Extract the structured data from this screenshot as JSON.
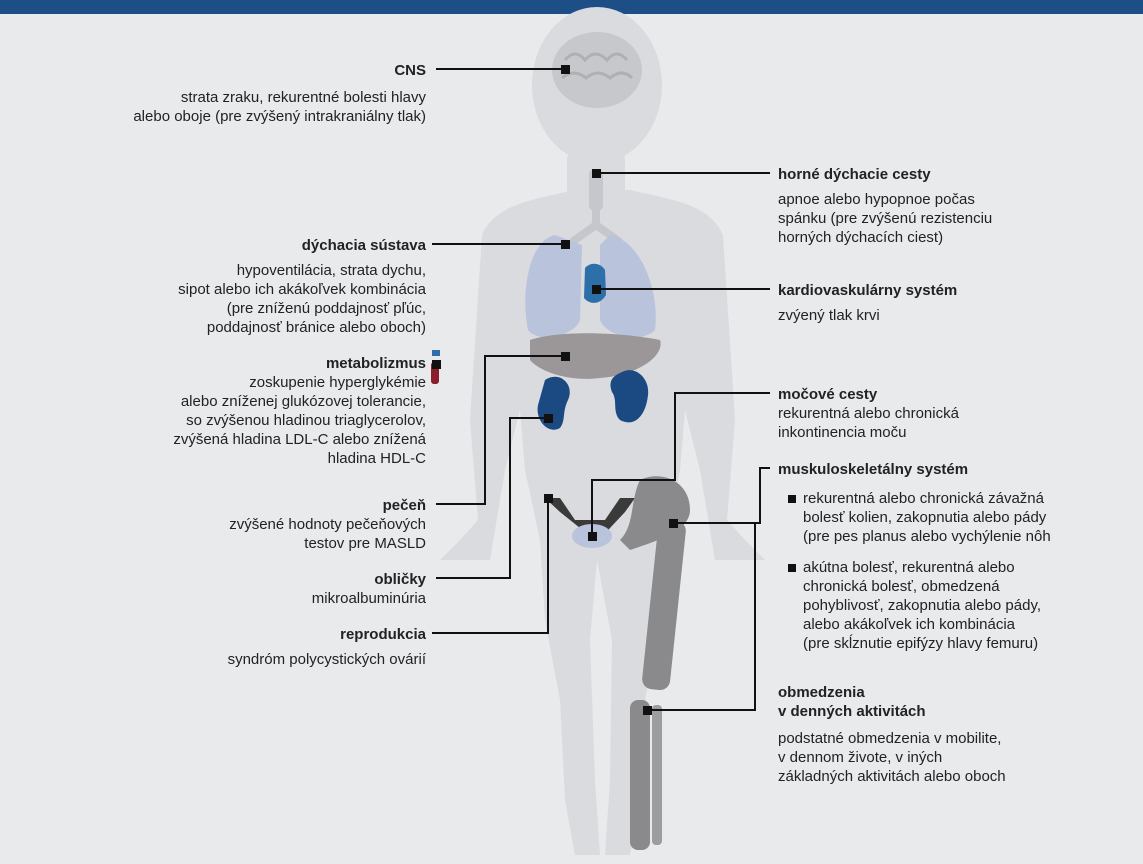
{
  "colors": {
    "header_bar": "#1d4f86",
    "background": "#e9eaec",
    "silhouette": "#dadbde",
    "lungs": "#b9c3dc",
    "heart": "#2d6fa8",
    "liver": "#9b9697",
    "kidneys": "#1b4a83",
    "bones": "#8a8a8c",
    "connector": "#111111"
  },
  "labels": {
    "cns": {
      "title": "CNS",
      "text": [
        "strata zraku, rekurentné bolesti hlavy",
        "alebo oboje (pre zvýšený intrakraniálny tlak)"
      ]
    },
    "upper_airways": {
      "title": "horné dýchacie cesty",
      "text": [
        "apnoe alebo hypopnoe počas",
        "spánku (pre zvýšenú rezistenciu",
        "horných dýchacích ciest)"
      ]
    },
    "respiratory": {
      "title": "dýchacia sústava",
      "text": [
        "hypoventilácia, strata dychu,",
        "sipot alebo ich akákoľvek kombinácia",
        "(pre zníženú poddajnosť pľúc,",
        "poddajnosť bránice alebo oboch)"
      ]
    },
    "cardiovascular": {
      "title": "kardiovaskulárny systém",
      "text": [
        "zvýený tlak krvi"
      ]
    },
    "metabolism": {
      "title": "metabolizmus",
      "text": [
        "zoskupenie hyperglykémie",
        "alebo zníženej glukózovej tolerancie,",
        "so zvýšenou hladinou triaglycerolov,",
        "zvýšená hladina LDL-C alebo znížená",
        "hladina HDL-C"
      ]
    },
    "urinary": {
      "title": "močové cesty",
      "text": [
        "rekurentná alebo chronická",
        "inkontinencia moču"
      ]
    },
    "musculoskeletal": {
      "title": "muskuloskeletálny systém",
      "items": [
        [
          "rekurentná alebo chronická závažná",
          "bolesť kolien, zakopnutia alebo pády",
          "(pre pes planus alebo vychýlenie nôh"
        ],
        [
          "akútna bolesť, rekurentná alebo",
          "chronická bolesť, obmedzená",
          "pohyblivosť, zakopnutia alebo pády,",
          "alebo akákoľvek ich kombinácia",
          "(pre skĺznutie epifýzy hlavy femuru)"
        ]
      ]
    },
    "liver": {
      "title": "pečeň",
      "text": [
        "zvýšené hodnoty pečeňových",
        "testov pre MASLD"
      ]
    },
    "kidneys": {
      "title": "obličky",
      "text": [
        "mikroalbuminúria"
      ]
    },
    "reproduction": {
      "title": "reprodukcia",
      "text": [
        "syndróm polycystických ovárií"
      ]
    },
    "daily_activities": {
      "title": [
        "obmedzenia",
        "v denných aktivitách"
      ],
      "text": [
        "podstatné obmedzenia v mobilite,",
        "v dennom živote, v iných",
        "základných aktivitách alebo oboch"
      ]
    }
  }
}
